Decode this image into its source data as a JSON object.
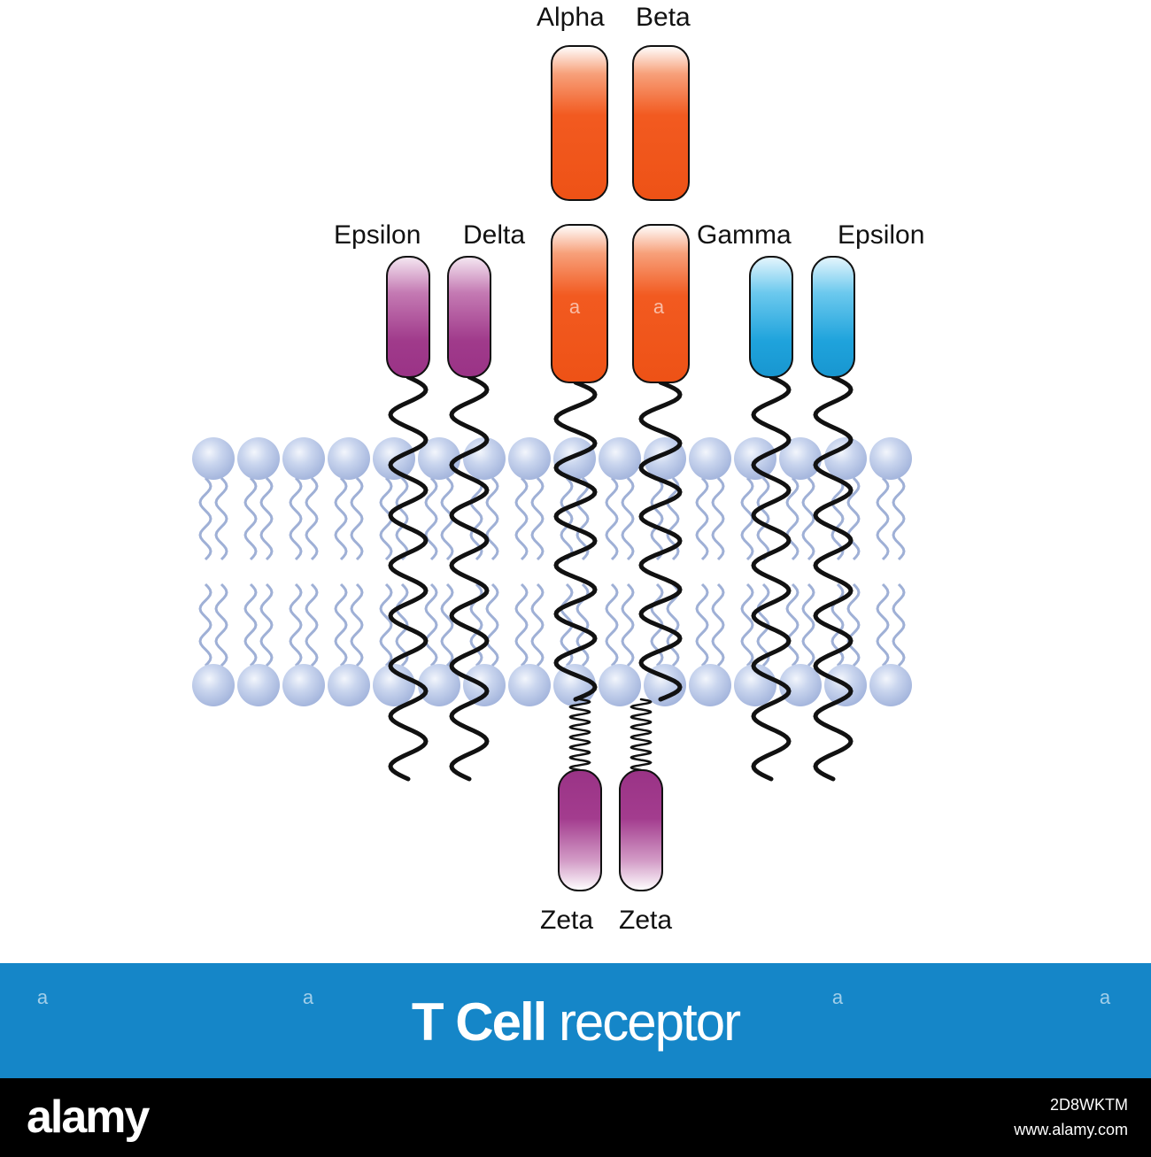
{
  "labels": {
    "alpha": "Alpha",
    "beta": "Beta",
    "epsilon_left": "Epsilon",
    "delta": "Delta",
    "gamma": "Gamma",
    "epsilon_right": "Epsilon",
    "zeta_left": "Zeta",
    "zeta_right": "Zeta"
  },
  "title": {
    "bold": "T Cell",
    "light": " receptor"
  },
  "watermark": "a",
  "footer": {
    "logo": "alamy",
    "id": "2D8WKTM",
    "url": "www.alamy.com"
  },
  "colors": {
    "alpha_beta": "#f2541b",
    "cd3_delta_epsilon": "#a4388f",
    "cd3_gamma_epsilon": "#1fa3dc",
    "zeta": "#a4388f",
    "membrane": "#b9c8e8",
    "banner": "#1586c8",
    "footer": "#000000"
  }
}
